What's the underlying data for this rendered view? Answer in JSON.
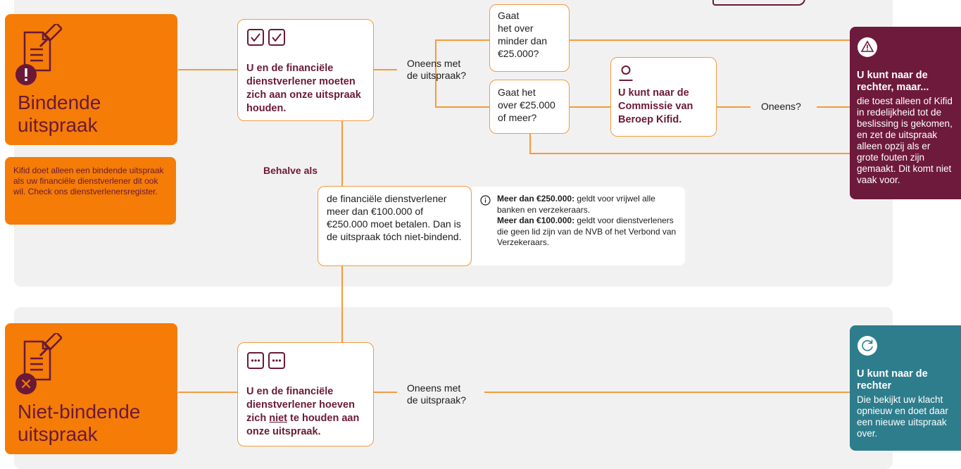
{
  "top": {
    "tile_title_1": "Bindende",
    "tile_title_2": "uitspraak",
    "note": "Kifid doet alleen een bindende uitspraak als uw financiële dienstverlener dit ook wil. Check ons dienstverlenersregister.",
    "main_box": "U en de financiële dienstverlener moeten zich aan onze uitspraak houden.",
    "disagree_label_1": "Oneens met",
    "disagree_label_2": "de uitspraak?",
    "q_less": [
      "Gaat",
      "het over",
      "minder dan",
      "€25.000?"
    ],
    "q_more": [
      "Gaat het",
      "over €25.000",
      "of meer?"
    ],
    "commission": "U kunt naar de Commissie van Beroep Kifid.",
    "oneens": "Oneens?",
    "behalve": "Behalve als",
    "exception": "de financiële dienstverlener meer dan €100.000 of €250.000 moet betalen. Dan is de uitspraak tóch niet-bindend.",
    "info_label_1": "Meer dan €250.000:",
    "info_text_1": " geldt voor vrijwel alle banken en verzekeraars.",
    "info_label_2": "Meer dan €100.000:",
    "info_text_2": " geldt voor dienstverleners die geen lid zijn van de NVB of het Verbond van Verzekeraars.",
    "card_title": "U kunt naar de rechter, maar...",
    "card_body": "die toest alleen of Kifid in redelijkheid tot de beslissing is gekomen, en zet de uitspraak alleen opzij als er grote fouten zijn gemaakt. Dit komt niet vaak voor."
  },
  "bottom": {
    "tile_title_1": "Niet-bindende",
    "tile_title_2": "uitspraak",
    "main_box_pre": "U en de financiële dienstverlener hoeven zich ",
    "main_box_emph": "niet",
    "main_box_post": " te houden aan onze uitspraak.",
    "disagree_label_1": "Oneens met",
    "disagree_label_2": "de uitspraak?",
    "card_title": "U kunt naar de rechter",
    "card_body": "Die bekijkt uw klacht opnieuw en doet daar een nieuwe uitspraak over."
  },
  "icons": [
    "gavel-document-icon",
    "exclamation-icon",
    "close-icon",
    "checkbox-icon",
    "ellipsis-icon",
    "person-icon",
    "info-icon",
    "warning-icon",
    "refresh-icon"
  ],
  "colors": {
    "orange": "#f47c07",
    "maroon": "#6b1936",
    "teal": "#2e7d8c",
    "line": "#f59a3c",
    "panel": "#f2f1f1"
  }
}
